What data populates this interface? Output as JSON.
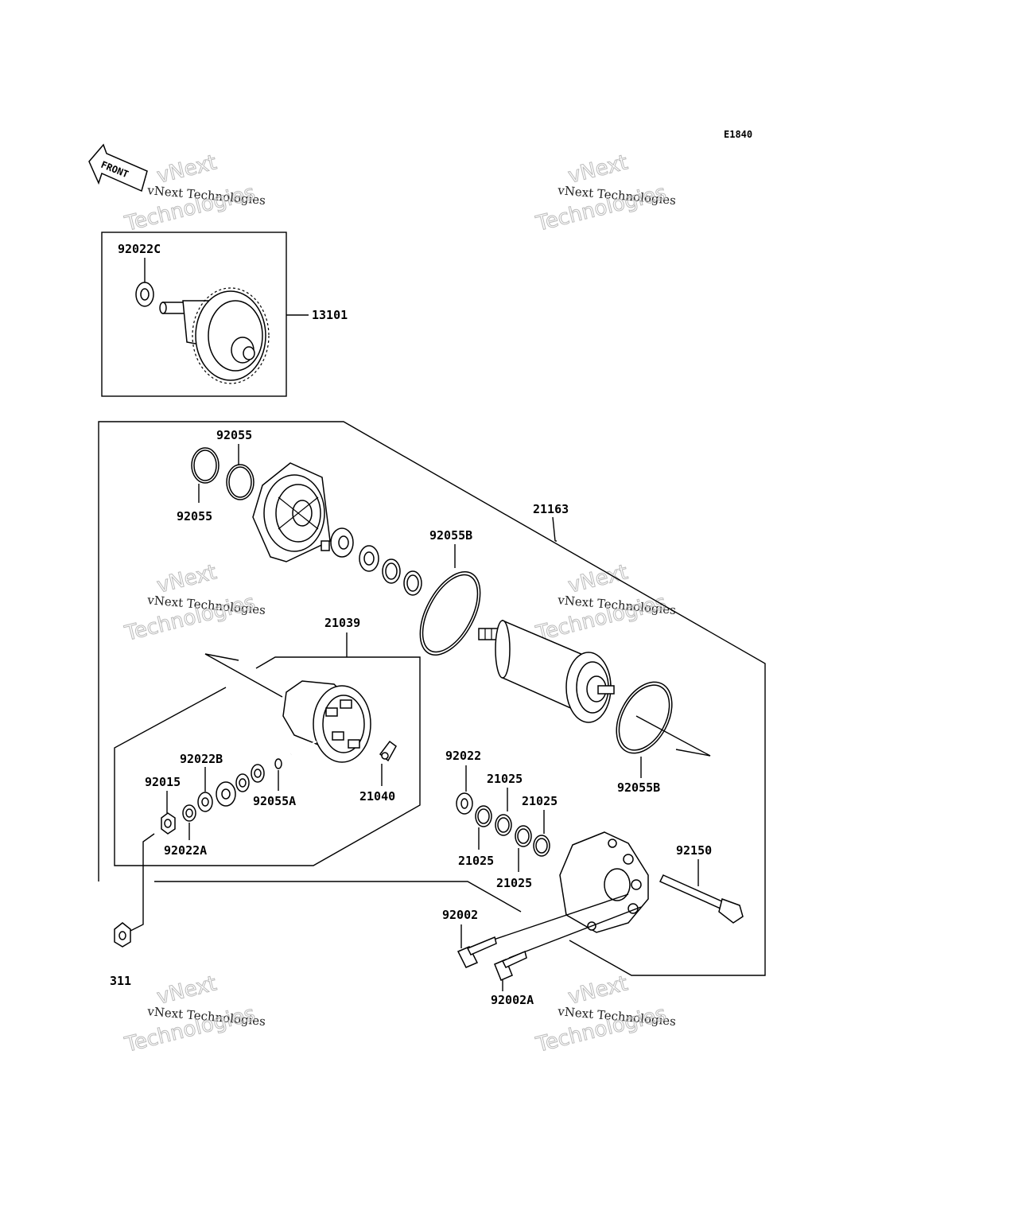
{
  "diagram_code": "E1840",
  "front_label": "FRONT",
  "watermark": {
    "line1": "vNext Technologies",
    "line2": "vNext",
    "line3": "Technologies"
  },
  "labels": {
    "p92022C": "92022C",
    "p13101": "13101",
    "p92055_top": "92055",
    "p92055_bottom": "92055",
    "p21163": "21163",
    "p92055B_top": "92055B",
    "p21039": "21039",
    "p92022B": "92022B",
    "p92015": "92015",
    "p92055A": "92055A",
    "p21040": "21040",
    "p92022A": "92022A",
    "p92022": "92022",
    "p21025_a": "21025",
    "p21025_b": "21025",
    "p21025_c": "21025",
    "p21025_d": "21025",
    "p92055B_bottom": "92055B",
    "p92150": "92150",
    "p92002": "92002",
    "p92002A": "92002A",
    "p311": "311"
  }
}
